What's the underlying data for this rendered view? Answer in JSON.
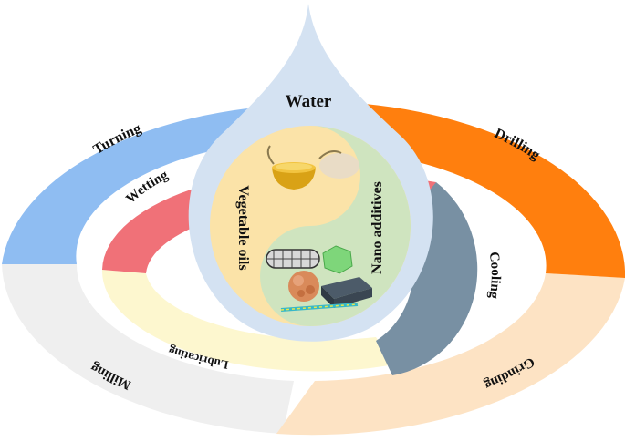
{
  "center": {
    "drop_label": "Water",
    "left_label": "Vegetable oils",
    "right_label": "Nano additives"
  },
  "outer_ring": [
    {
      "label": "Turning",
      "color": "#8fbdf2"
    },
    {
      "label": "Drilling",
      "color": "#ff7f0e"
    },
    {
      "label": "Grinding",
      "color": "#fde3c4"
    },
    {
      "label": "Milling",
      "color": "#efefef"
    }
  ],
  "inner_ring": [
    {
      "label": "Wetting",
      "color": "#f07178"
    },
    {
      "label": "Cooling",
      "color": "#7890a3"
    },
    {
      "label": "Lubricating",
      "color": "#fdf7cf"
    }
  ],
  "colors": {
    "drop": "#d4e2f2",
    "vegetable_oils_half": "#fbe3a8",
    "nano_additives_half": "#cfe4bf"
  },
  "icons": [
    "oil-bowl-icon",
    "nanotube-icon",
    "graphene-flake-icon",
    "nanoparticle-cluster-icon",
    "nanosheet-stack-icon",
    "nanowire-icon"
  ]
}
